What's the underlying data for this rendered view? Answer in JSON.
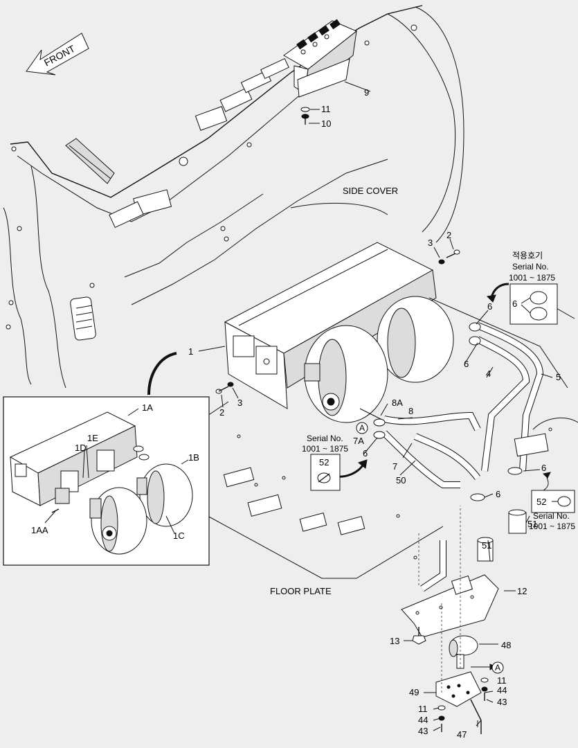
{
  "direction_arrow": {
    "label": "FRONT"
  },
  "areas": {
    "side_cover": "SIDE COVER",
    "floor_plate": "FLOOR PLATE"
  },
  "callouts": {
    "c1": "1",
    "c1A": "1A",
    "c1B": "1B",
    "c1C": "1C",
    "c1D": "1D",
    "c1E": "1E",
    "c1AA": "1AA",
    "c2a": "2",
    "c2b": "2",
    "c3a": "3",
    "c3b": "3",
    "c4": "4",
    "c5": "5",
    "c6a": "6",
    "c6b": "6",
    "c6c": "6",
    "c6d": "6",
    "c6e": "6",
    "c7": "7",
    "c7A": "7A",
    "c8": "8",
    "c8A": "8A",
    "c9": "9",
    "c10": "10",
    "c11a": "11",
    "c11b": "11",
    "c11c": "11",
    "c12": "12",
    "c13": "13",
    "c43a": "43",
    "c43b": "43",
    "c44a": "44",
    "c44b": "44",
    "c47": "47",
    "c48": "48",
    "c49": "49",
    "c50": "50",
    "c51a": "51",
    "c51b": "51"
  },
  "detail_ref": "A",
  "inset_top_right": {
    "korean": "적용호기",
    "serial_label": "Serial No.",
    "serial_range": "1001 ~ 1875",
    "part": "6"
  },
  "inset_mid_left": {
    "serial_label": "Serial No.",
    "serial_range": "1001 ~ 1875",
    "part": "52"
  },
  "inset_mid_right": {
    "part": "52",
    "serial_label": "Serial No.",
    "serial_range": "1001 ~ 1875"
  }
}
